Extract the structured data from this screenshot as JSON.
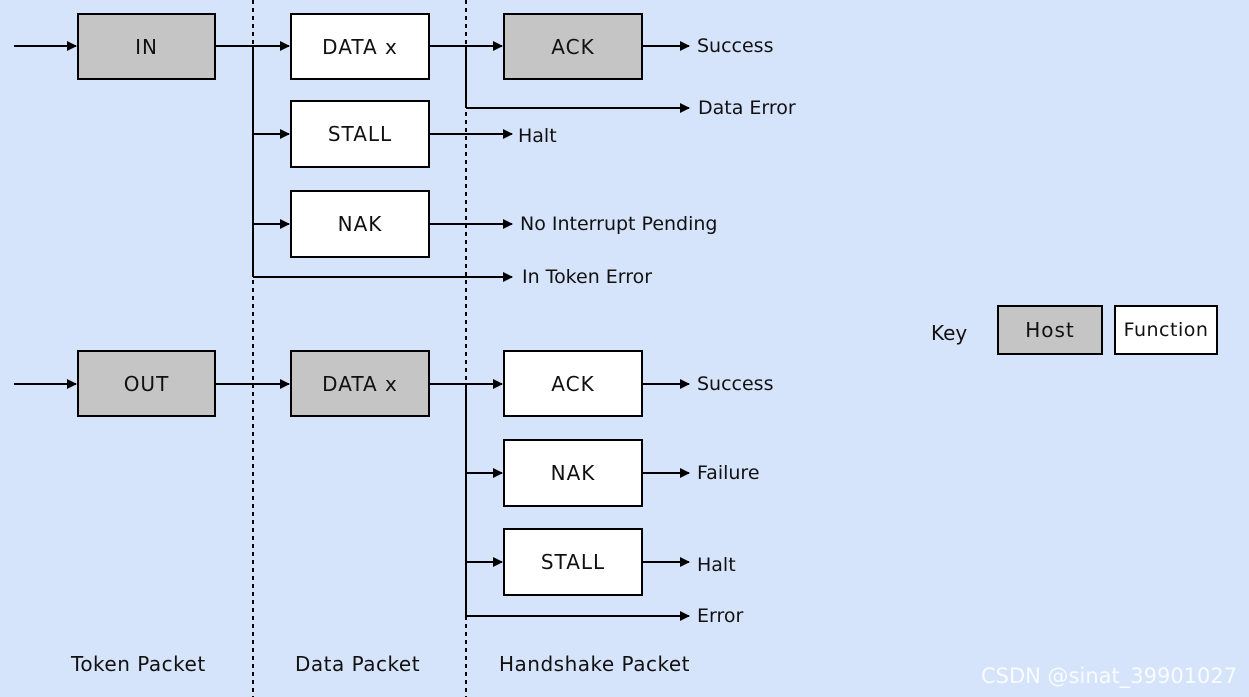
{
  "in_row": {
    "token": "IN",
    "data": "DATA x",
    "ack": "ACK",
    "success": "Success",
    "data_error": "Data Error",
    "stall": "STALL",
    "halt": "Halt",
    "nak": "NAK",
    "no_interrupt": "No Interrupt Pending",
    "token_error": "In Token Error"
  },
  "out_row": {
    "token": "OUT",
    "data": "DATA x",
    "ack": "ACK",
    "success": "Success",
    "nak": "NAK",
    "failure": "Failure",
    "stall": "STALL",
    "halt": "Halt",
    "error": "Error"
  },
  "columns": {
    "token": "Token Packet",
    "data": "Data Packet",
    "handshake": "Handshake Packet"
  },
  "legend": {
    "key": "Key",
    "host": "Host",
    "function": "Function"
  },
  "watermark": "CSDN @sinat_39901027",
  "colors": {
    "background": "#d5e3fb",
    "host_fill": "#c5c5c5",
    "function_fill": "#ffffff"
  }
}
